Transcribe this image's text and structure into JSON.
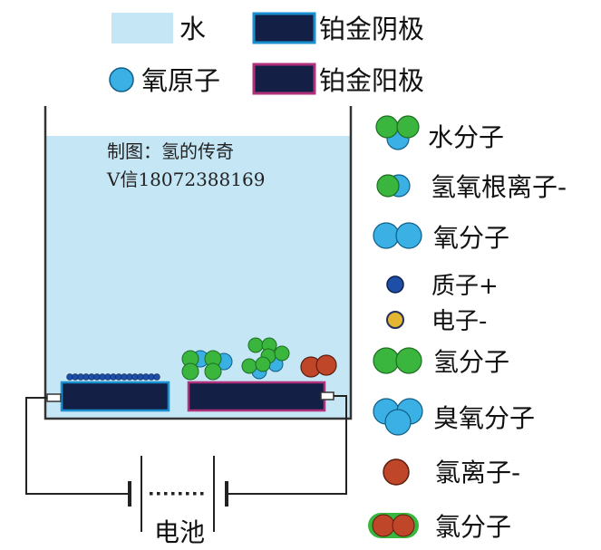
{
  "top_legend": {
    "water": {
      "label": "水",
      "color": "#c5e6f5"
    },
    "oxygen_atom": {
      "label": "氧原子",
      "color": "#3bb0e4"
    },
    "cathode": {
      "label": "铂金阴极",
      "fill": "#131f45",
      "border": "#1a8fd0"
    },
    "anode": {
      "label": "铂金阳极",
      "fill": "#131f45",
      "border": "#b0307a"
    }
  },
  "watermark": {
    "line1": "制图：氢的传奇",
    "line2": "V信18072388169"
  },
  "battery_label": "电池",
  "side_legend": [
    {
      "icon": "water-molecule",
      "label": "水分子"
    },
    {
      "icon": "hydroxide-ion",
      "label": "氢氧根离子-"
    },
    {
      "icon": "oxygen-molecule",
      "label": "氧分子"
    },
    {
      "icon": "proton",
      "label": "质子+"
    },
    {
      "icon": "electron",
      "label": "电子-"
    },
    {
      "icon": "hydrogen-molecule",
      "label": "氢分子"
    },
    {
      "icon": "ozone-molecule",
      "label": "臭氧分子"
    },
    {
      "icon": "chloride-ion",
      "label": "氯离子-"
    },
    {
      "icon": "chlorine-molecule",
      "label": "氯分子"
    }
  ],
  "colors": {
    "hydrogen": "#3ab53d",
    "oxygen": "#3bb0e4",
    "chlorine": "#c0462a",
    "proton": "#1d4fa8",
    "electron": "#e4b632",
    "water": "#c5e6f5",
    "electrode": "#131f45"
  }
}
